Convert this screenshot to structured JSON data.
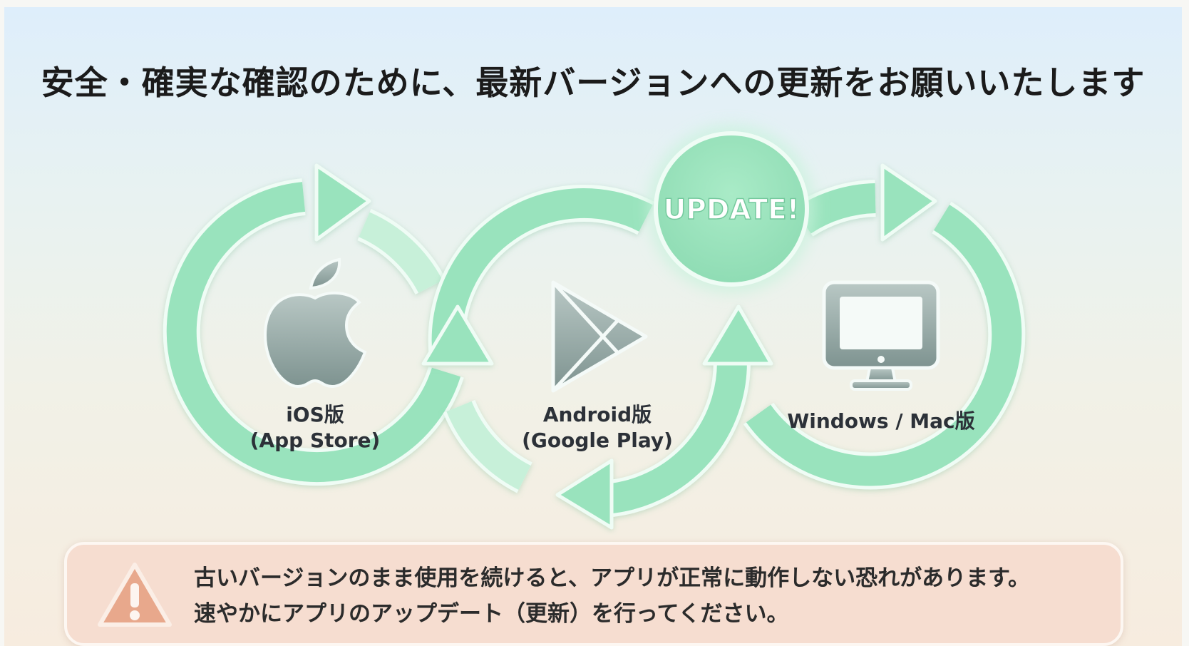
{
  "title": "安全・確実な確認のために、最新バージョンへの更新をお願いいたします",
  "badge": "UPDATE!",
  "platforms": {
    "ios": {
      "line1": "iOS版",
      "line2": "(App Store)",
      "icon": "apple-logo-icon"
    },
    "android": {
      "line1": "Android版",
      "line2": "(Google Play)",
      "icon": "google-play-icon"
    },
    "desktop": {
      "line1": "Windows / Mac版",
      "icon": "monitor-icon"
    }
  },
  "notice": {
    "line1": "古いバージョンのまま使用を続けると、アプリが正常に動作しない恐れがあります。",
    "line2": "速やかにアプリのアップデート（更新）を行ってください。",
    "icon": "warning-icon"
  },
  "colors": {
    "loop": "#99e3bd",
    "loop_edge": "#effcf5",
    "icon_gray": "#93a8a4",
    "notice_bg": "#f6ddd0",
    "warning": "#e8a88c"
  }
}
